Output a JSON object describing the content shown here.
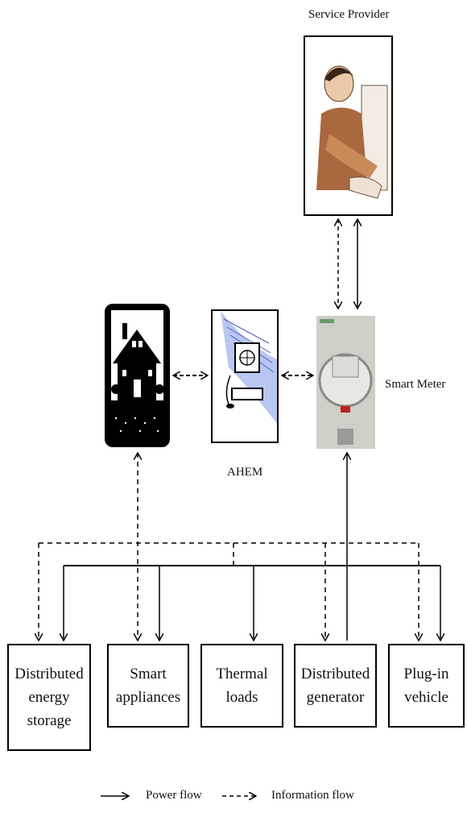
{
  "service_provider": {
    "label": "Service Provider"
  },
  "smart_meter": {
    "label": "Smart Meter"
  },
  "ahem": {
    "label": "AHEM"
  },
  "bottom_boxes": [
    {
      "text": "Distributed\nenergy\nstorage"
    },
    {
      "text": "Smart\nappliances"
    },
    {
      "text": "Thermal\nloads"
    },
    {
      "text": "Distributed\ngenerator"
    },
    {
      "text": "Plug-in\nvehicle"
    }
  ],
  "legend": {
    "power_flow": "Power flow",
    "information_flow": "Information  flow"
  },
  "icons": [
    "house-icon",
    "computer-icon",
    "smart-meter-icon",
    "service-provider-person-icon"
  ]
}
